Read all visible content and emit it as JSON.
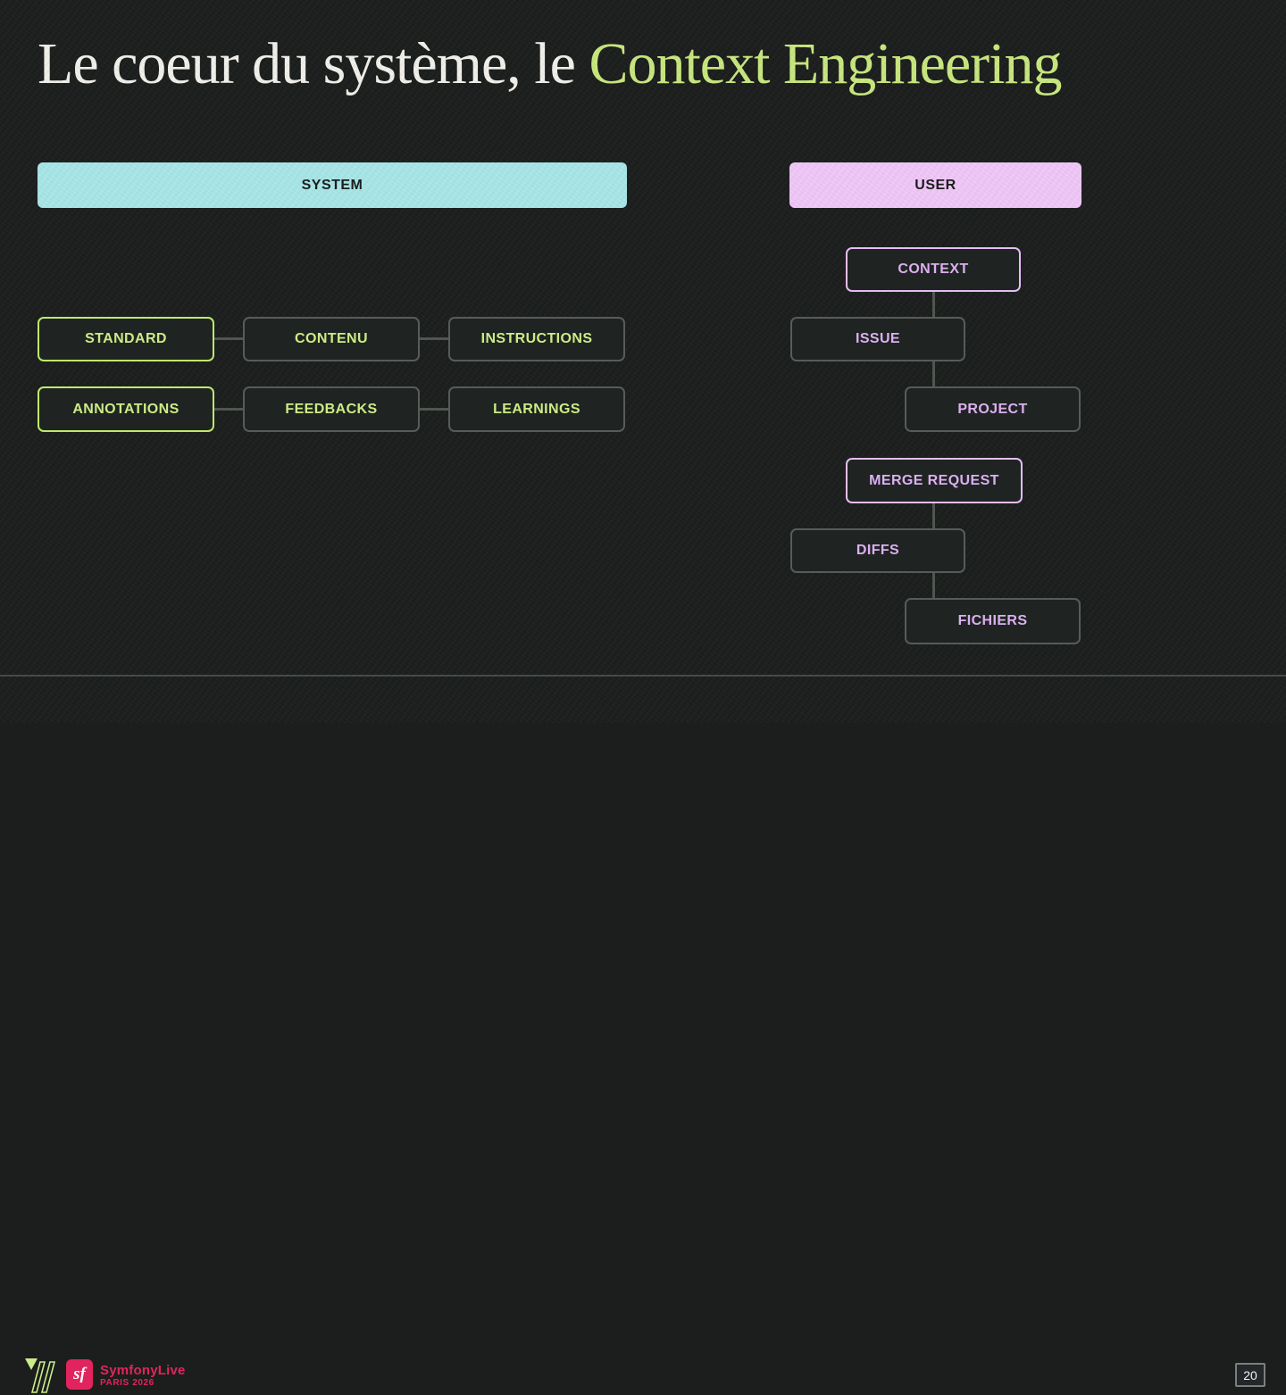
{
  "slide": {
    "title_prefix": "Le coeur du système, le ",
    "title_highlight": "Context Engineering",
    "page_number": "20"
  },
  "system": {
    "header": "SYSTEM",
    "nodes": [
      {
        "label": "STANDARD"
      },
      {
        "label": "CONTENU"
      },
      {
        "label": "INSTRUCTIONS"
      },
      {
        "label": "ANNOTATIONS"
      },
      {
        "label": "FEEDBACKS"
      },
      {
        "label": "LEARNINGS"
      }
    ]
  },
  "user": {
    "header": "USER",
    "nodes": [
      {
        "label": "CONTEXT"
      },
      {
        "label": "ISSUE"
      },
      {
        "label": "PROJECT"
      },
      {
        "label": "MERGE REQUEST"
      },
      {
        "label": "DIFFS"
      },
      {
        "label": "FICHIERS"
      }
    ]
  },
  "footer": {
    "sf_monogram": "sf",
    "brand_name": "SymfonyLive",
    "brand_location": "PARIS 2026"
  },
  "colors": {
    "accent_green_text": "#cdeb85",
    "accent_green_border": "#bfe96d",
    "accent_purple_text": "#dcaff1",
    "accent_purple_border": "#e5bcf5",
    "system_header_bg": "#a9e7e8",
    "user_header_bg": "#f1c8f9",
    "brand_pink": "#e1245f",
    "background": "#1b1e1c"
  }
}
